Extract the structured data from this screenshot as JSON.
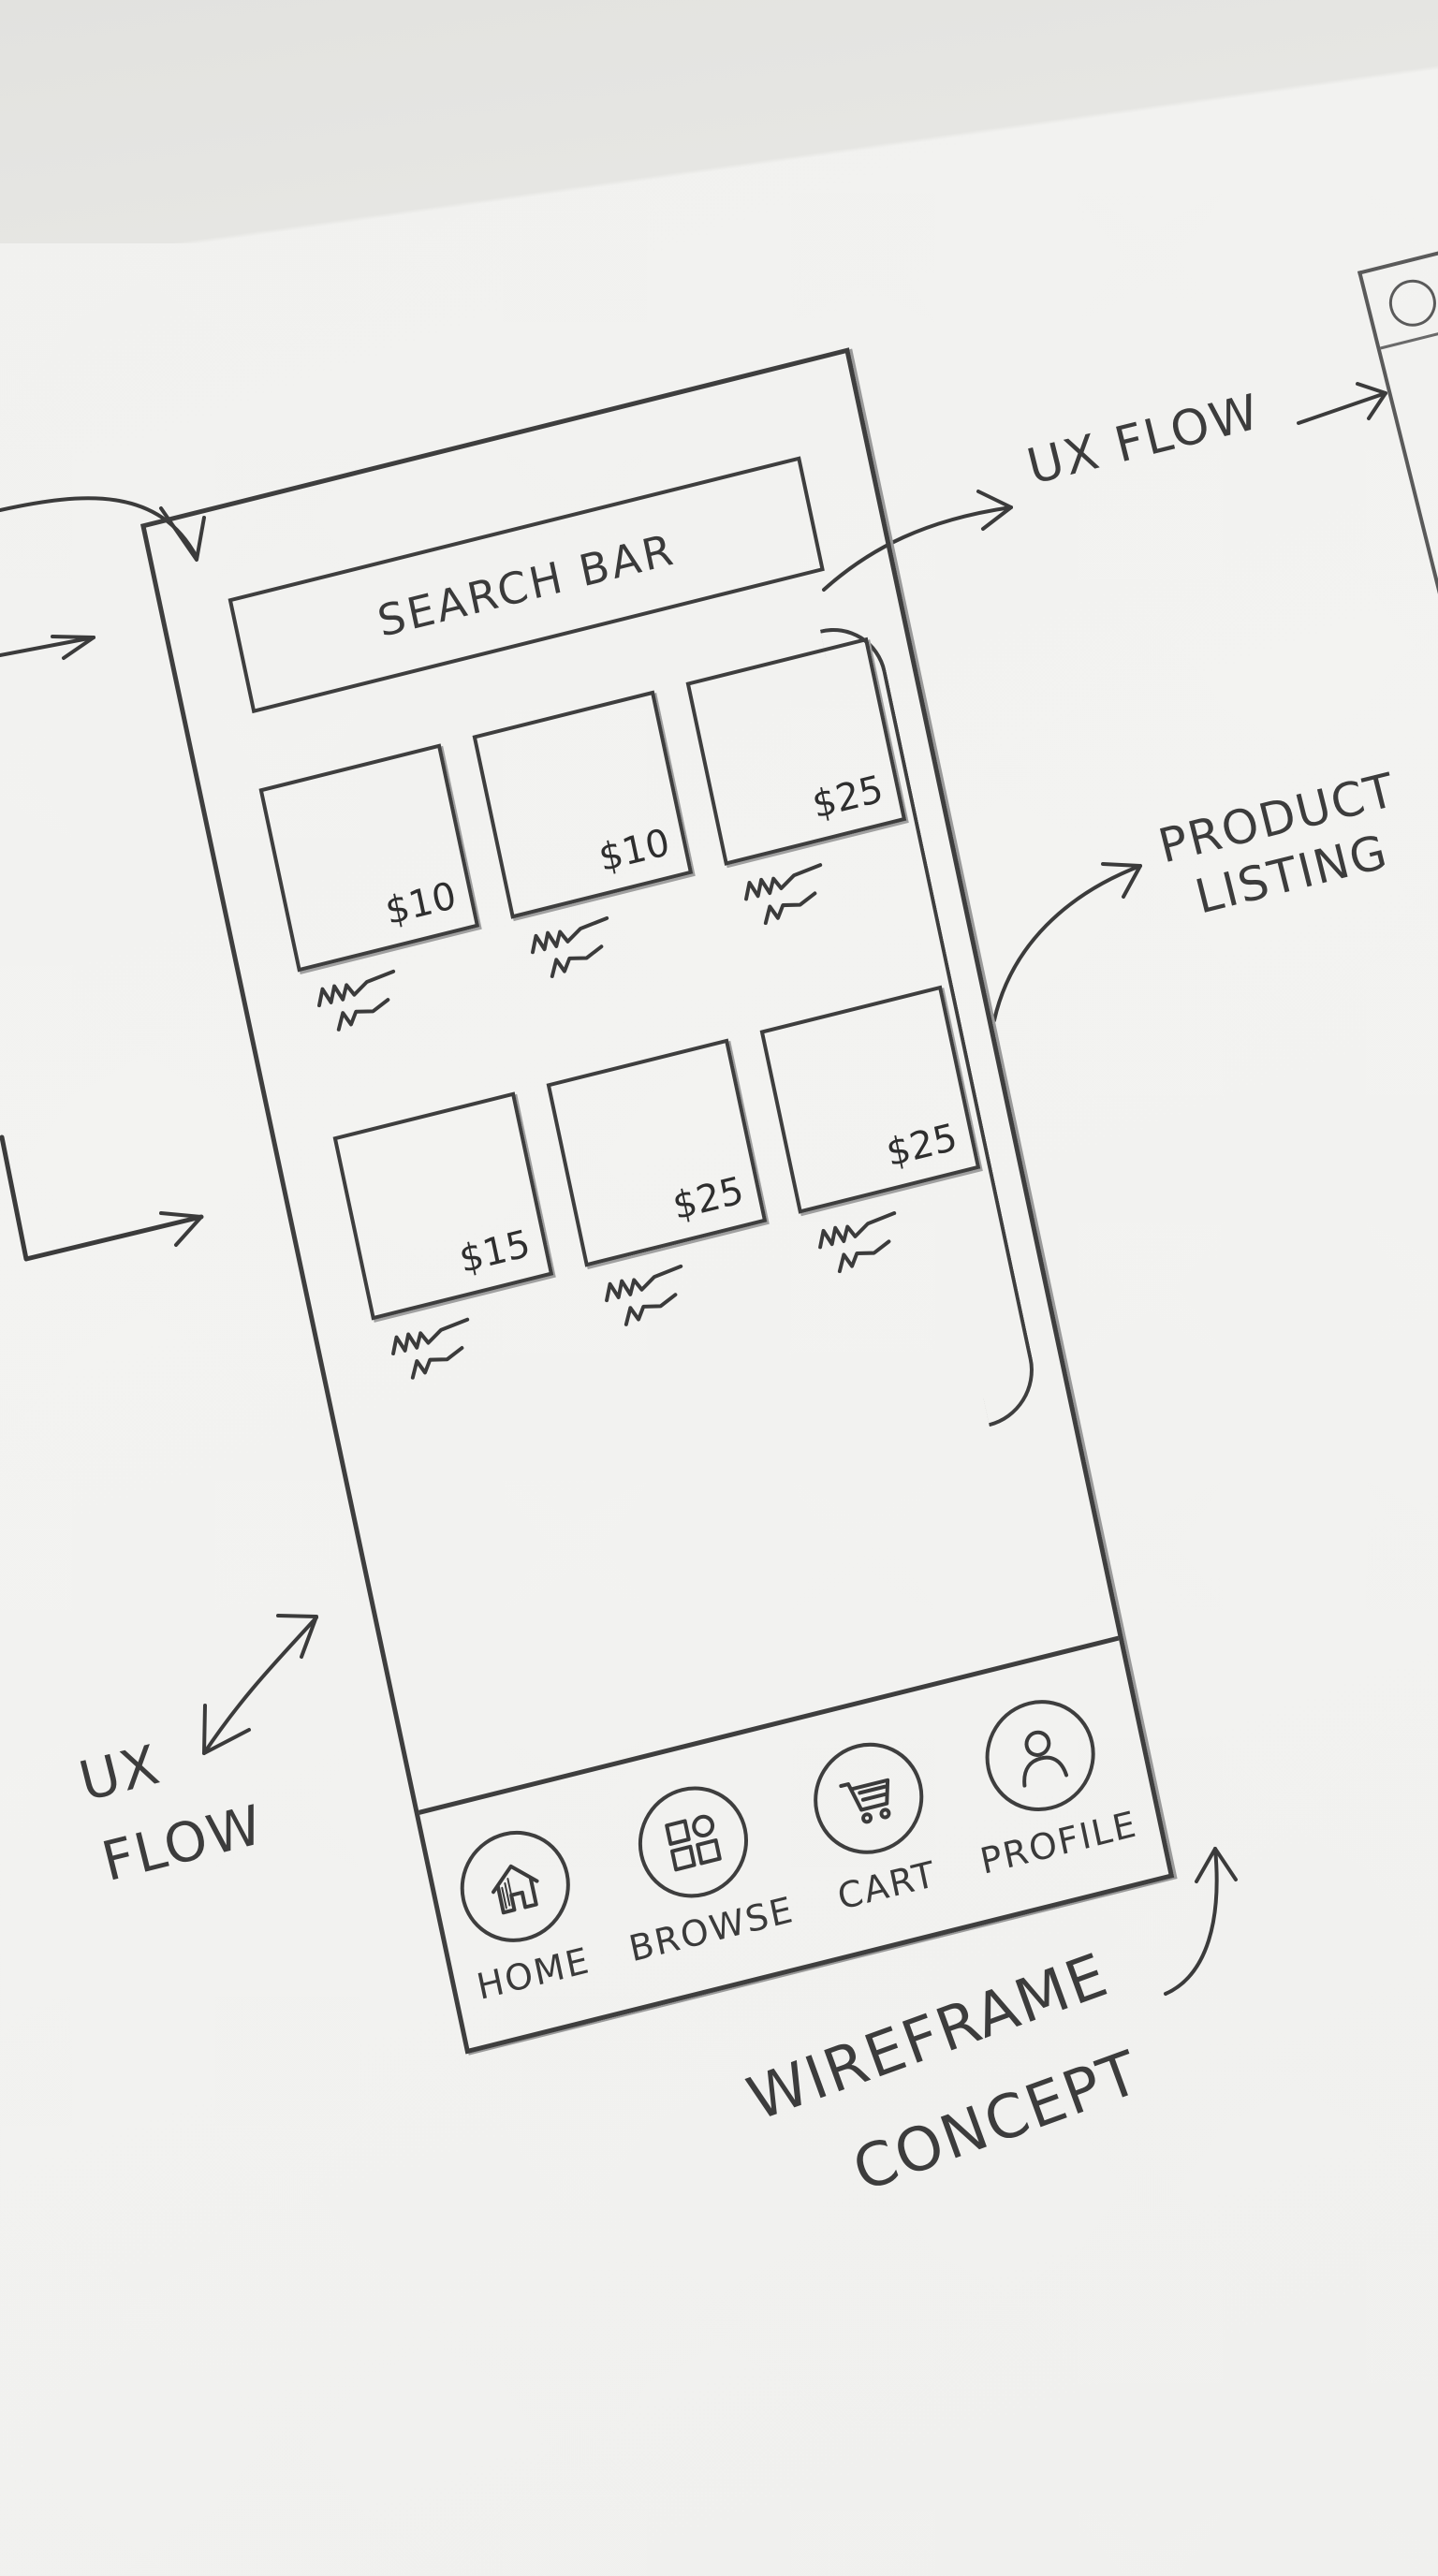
{
  "sketch": {
    "title": "WIREFRAME CONCEPT",
    "medium": "pencil on paper"
  },
  "phone": {
    "search_bar": {
      "label": "SEARCH BAR"
    },
    "products": [
      {
        "price": "$10"
      },
      {
        "price": "$10"
      },
      {
        "price": "$25"
      },
      {
        "price": "$15"
      },
      {
        "price": "$25"
      },
      {
        "price": "$25"
      }
    ],
    "nav": [
      {
        "label": "HOME",
        "icon": "home-icon"
      },
      {
        "label": "BROWSE",
        "icon": "grid-icon"
      },
      {
        "label": "CART",
        "icon": "cart-icon"
      },
      {
        "label": "PROFILE",
        "icon": "user-icon"
      }
    ]
  },
  "annotations": {
    "ux_flow_top": "UX FLOW",
    "product_listing_line1": "PRODUCT",
    "product_listing_line2": "LISTING",
    "ux_flow_left_line1": "UX",
    "ux_flow_left_line2": "FLOW",
    "wireframe_line1": "WIREFRAME",
    "wireframe_line2": "CONCEPT"
  },
  "colors": {
    "paper": "#f2f2f0",
    "pencil": "#3b3b3b"
  }
}
